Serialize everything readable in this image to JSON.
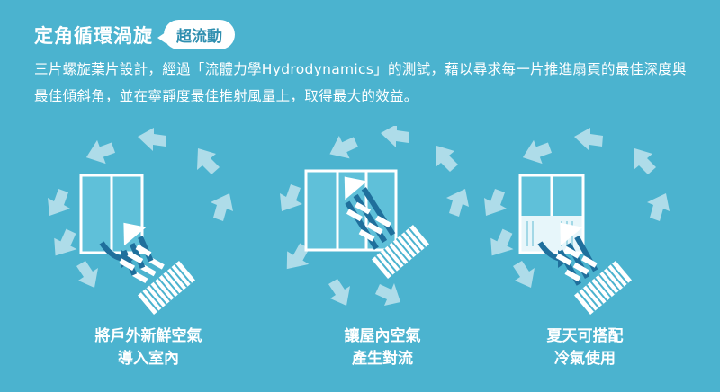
{
  "header": {
    "title": "定角循環渦旋",
    "badge": "超流動"
  },
  "description": "三片螺旋葉片設計，經過「流體力學Hydrodynamics」的測試，藉以尋求每一片推進扇頁的最佳深度與最佳傾斜角，並在寧靜度最佳推射風量上，取得最大的效益。",
  "panels": [
    {
      "caption_line1": "將戶外新鮮空氣",
      "caption_line2": "導入室內",
      "icon": "window-fan-intake-icon"
    },
    {
      "caption_line1": "讓屋內空氣",
      "caption_line2": "產生對流",
      "icon": "window-fan-circulation-icon"
    },
    {
      "caption_line1": "夏天可搭配",
      "caption_line2": "冷氣使用",
      "icon": "window-ac-fan-icon"
    }
  ],
  "colors": {
    "background": "#4bb3cf",
    "accent": "#1f6f9c",
    "badge_text": "#2f8fb0"
  }
}
